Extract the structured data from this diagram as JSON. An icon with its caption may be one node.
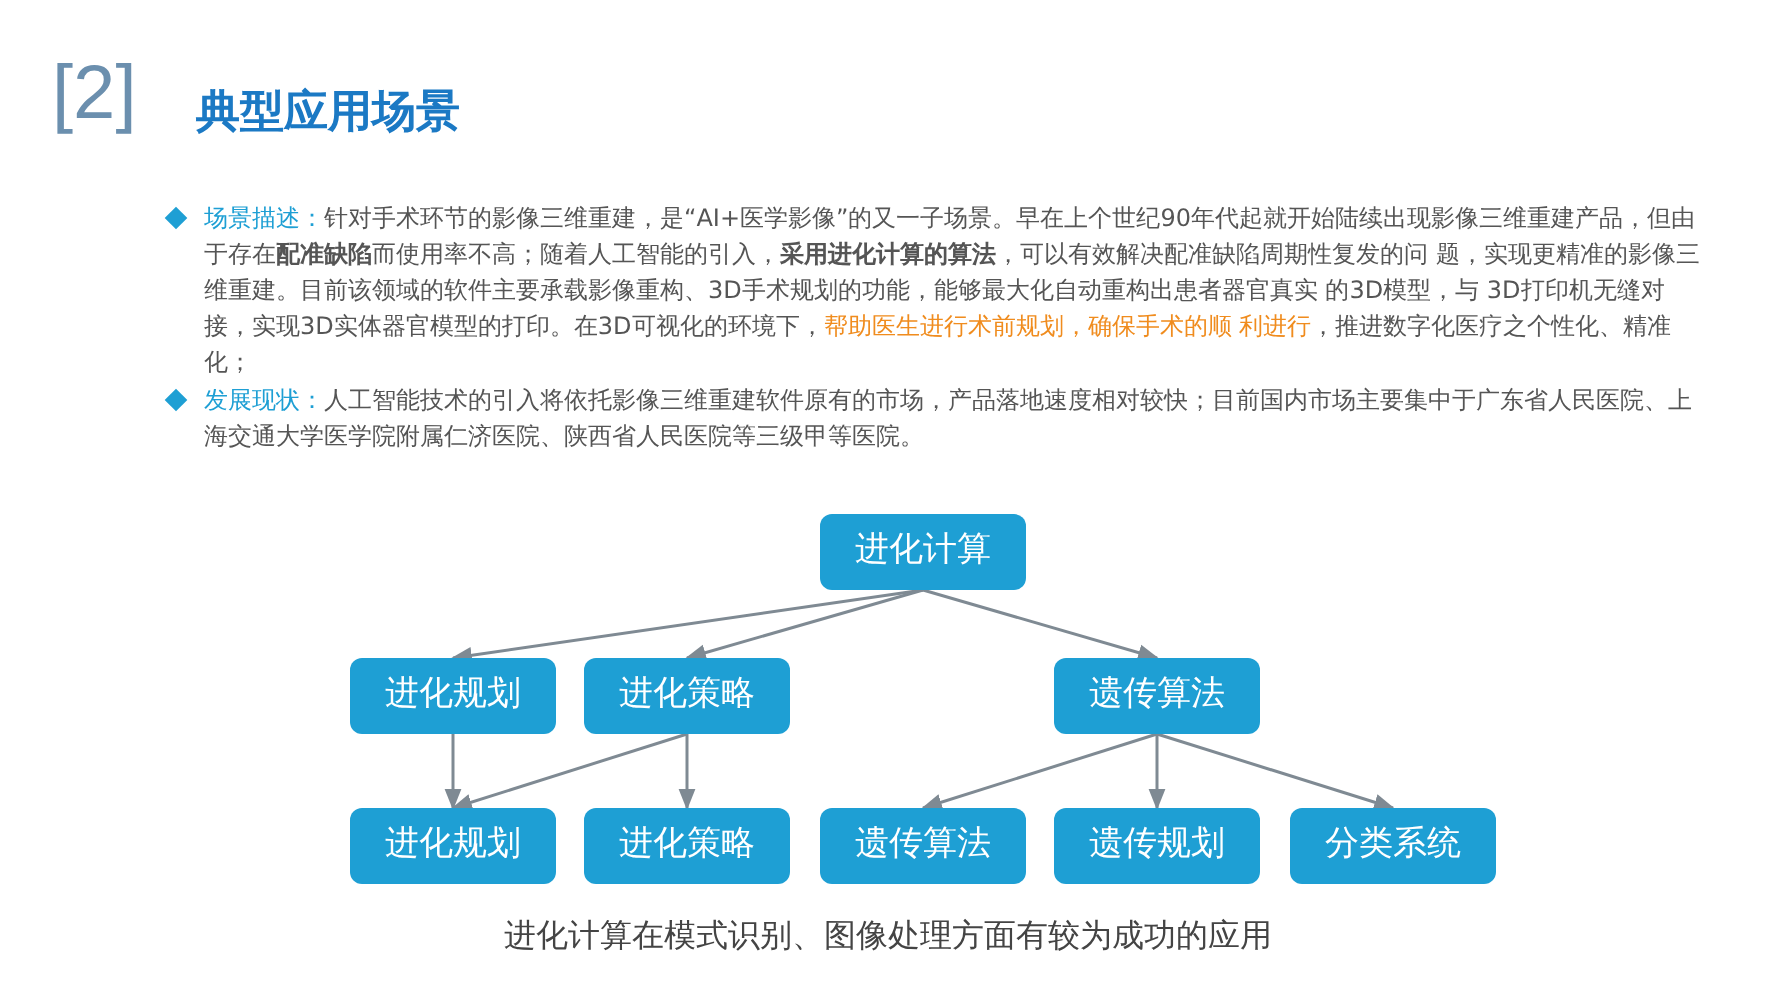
{
  "diagram": {
    "title": "典型应用场景",
    "caption": "进化计算在模式识别、图像处理方面有较为成功的应用",
    "nodes": [
      {
        "text": [
          "进化计算"
        ]
      },
      {
        "text": [
          "进化规划"
        ]
      },
      {
        "text": [
          "进化策略"
        ]
      },
      {
        "text": [
          "遗传算法"
        ]
      },
      {
        "text": [
          "进化规划"
        ]
      },
      {
        "text": [
          "进化策略"
        ]
      },
      {
        "text": [
          "遗传算法"
        ]
      },
      {
        "text": [
          "遗传规划"
        ]
      },
      {
        "text": [
          "分类系统"
        ]
      }
    ],
    "edges": [
      {
        "from": 0,
        "to": 1,
        "arrow": "to"
      },
      {
        "from": 0,
        "to": 2,
        "arrow": "to"
      },
      {
        "from": 0,
        "to": 3,
        "arrow": "to"
      },
      {
        "from": 1,
        "to": 4,
        "arrow": "to"
      },
      {
        "from": 2,
        "to": 4,
        "arrow": "to"
      },
      {
        "from": 2,
        "to": 5,
        "arrow": "to"
      },
      {
        "from": 3,
        "to": 6,
        "arrow": "to"
      },
      {
        "from": 3,
        "to": 7,
        "arrow": "to"
      },
      {
        "from": 3,
        "to": 8,
        "arrow": "to"
      }
    ],
    "labels": [
      "[2]",
      "场景描述：",
      "针对手术环节的影像三维重建，是“AI+医学影像”的又一子场景。早在上个世纪90年代起就开始陆续出现影像三维重建产品，但由于存在**配准缺陷**而使用率不高；随着人工智能的引入，**采用进化计算的算法**，可以有效解决配准缺陷周期性复发的问 题，实现更精准的影像三维重建。目前该领域的软件主要承载影像重构、3D手术规划的功能，能够最大化自动重构出患者器官真实 的3D模型，与 3D打印机无缝对接，实现3D实体器官模型的打印。在3D可视化的环境下，",
      "帮助医生进行术前规划，确保手术的顺 利进行",
      "，推进数字化医疗之个性化、精准化；",
      "发展现状：",
      "人工智能技术的引入将依托影像三维重建软件原有的市场，产品落地速度相对较快；目前国内市场主要集中于广东省人民医院、上海交通大学医学院附属仁济医院、陕西省人民医院等三级甲等医院。"
    ]
  }
}
